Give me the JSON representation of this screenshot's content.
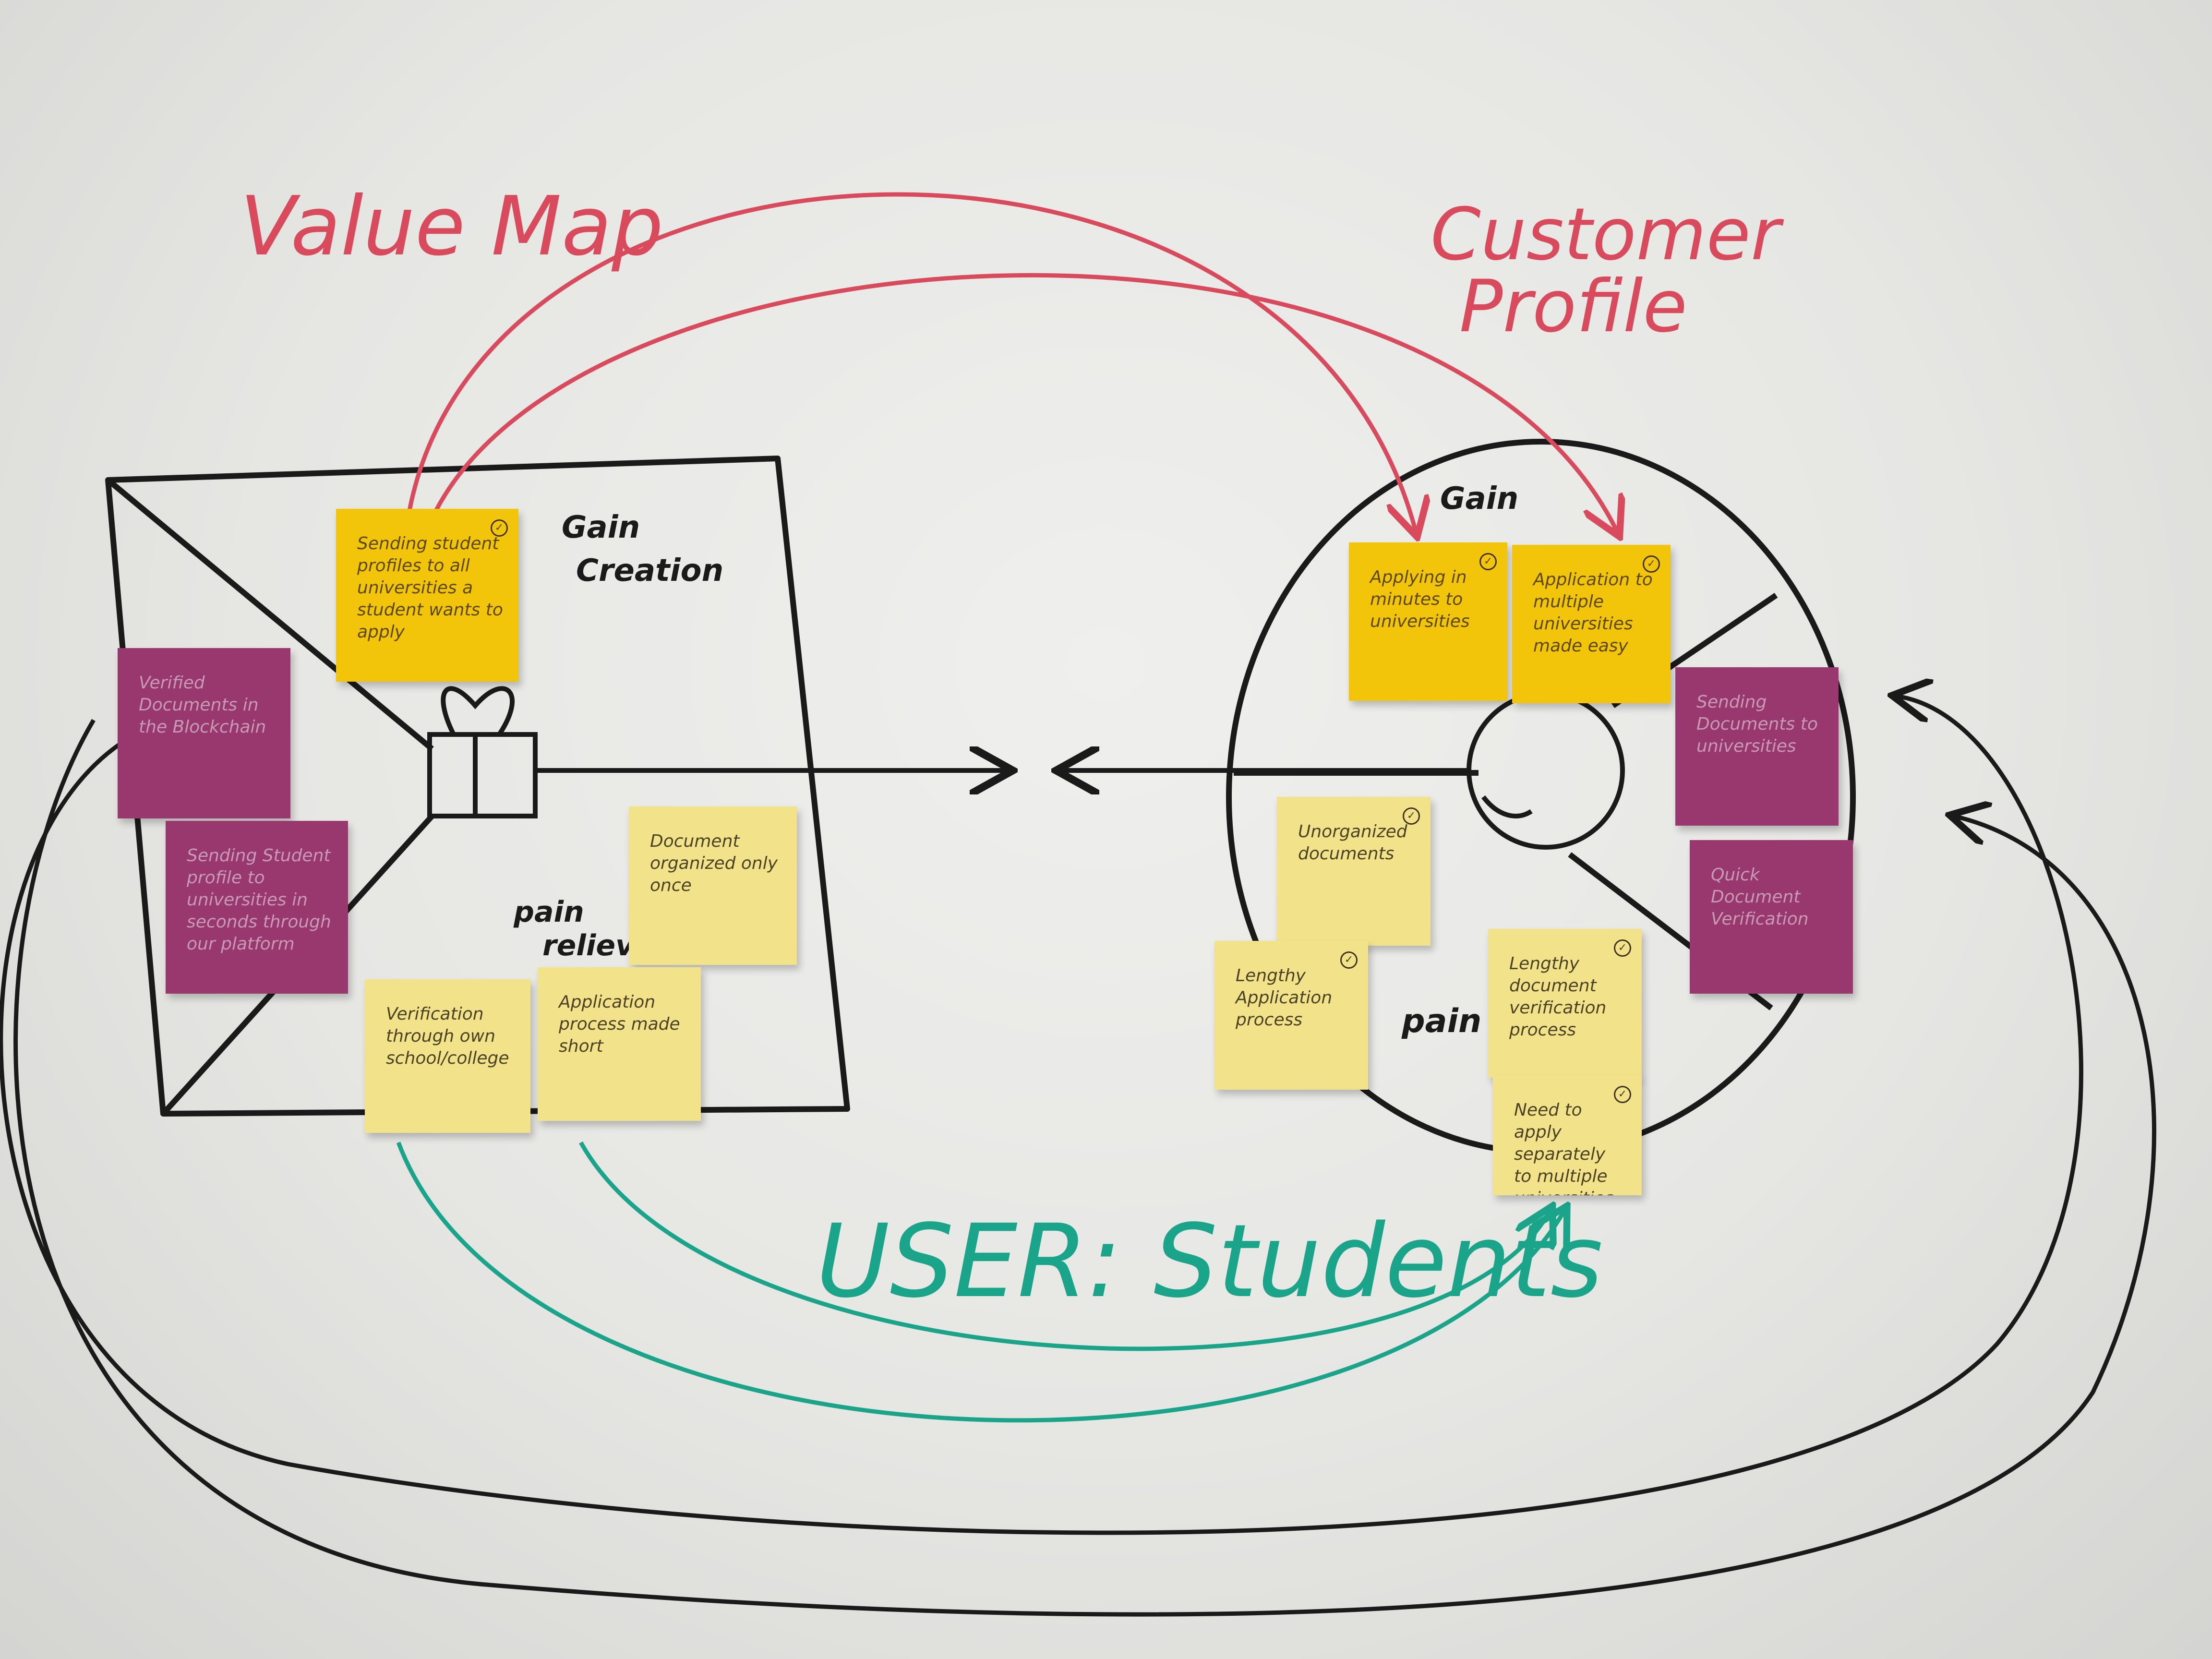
{
  "titles": {
    "value_map": "Value Map",
    "customer_profile_line1": "Customer",
    "customer_profile_line2": "Profile",
    "user": "USER: Students"
  },
  "value_map_labels": {
    "gain_line1": "Gain",
    "gain_line2": "Creation",
    "pain_line1": "pain",
    "pain_line2": "reliever"
  },
  "customer_profile_labels": {
    "gain": "Gain",
    "pain": "pain"
  },
  "notes": [
    {
      "id": "vm-gain-1",
      "color": "yellow",
      "check": true,
      "text": "Sending student profiles to all universities a student wants to apply"
    },
    {
      "id": "vm-purple-1",
      "color": "purple",
      "check": false,
      "text": "Verified Documents in the Blockchain"
    },
    {
      "id": "vm-purple-2",
      "color": "purple",
      "check": false,
      "text": "Sending Student profile to universities in seconds through our platform"
    },
    {
      "id": "vm-pain-1",
      "color": "pale",
      "check": false,
      "text": "Document organized only once"
    },
    {
      "id": "vm-pain-2",
      "color": "pale",
      "check": false,
      "text": "Verification through own school/college"
    },
    {
      "id": "vm-pain-3",
      "color": "pale",
      "check": false,
      "text": "Application process made short"
    },
    {
      "id": "cp-gain-1",
      "color": "yellow",
      "check": true,
      "text": "Applying in minutes to universities"
    },
    {
      "id": "cp-gain-2",
      "color": "yellow",
      "check": true,
      "text": "Application to multiple universities made easy"
    },
    {
      "id": "cp-purple-1",
      "color": "purple",
      "check": false,
      "text": "Sending Documents to universities"
    },
    {
      "id": "cp-purple-2",
      "color": "purple",
      "check": false,
      "text": "Quick Document Verification"
    },
    {
      "id": "cp-pain-1",
      "color": "pale",
      "check": true,
      "text": "Unorganized documents"
    },
    {
      "id": "cp-pain-2",
      "color": "pale",
      "check": true,
      "text": "Lengthy Application process"
    },
    {
      "id": "cp-pain-3",
      "color": "pale",
      "check": true,
      "text": "Lengthy document verification process"
    },
    {
      "id": "cp-pain-4",
      "color": "pale",
      "check": true,
      "text": "Need to apply separately to multiple universities"
    }
  ],
  "colors": {
    "red_marker": "#d94a5c",
    "black_marker": "#1a1a1a",
    "green_marker": "#1aa58a",
    "note_yellow": "#f2c40a",
    "note_pale": "#f2e38a",
    "note_purple": "#98386e"
  }
}
